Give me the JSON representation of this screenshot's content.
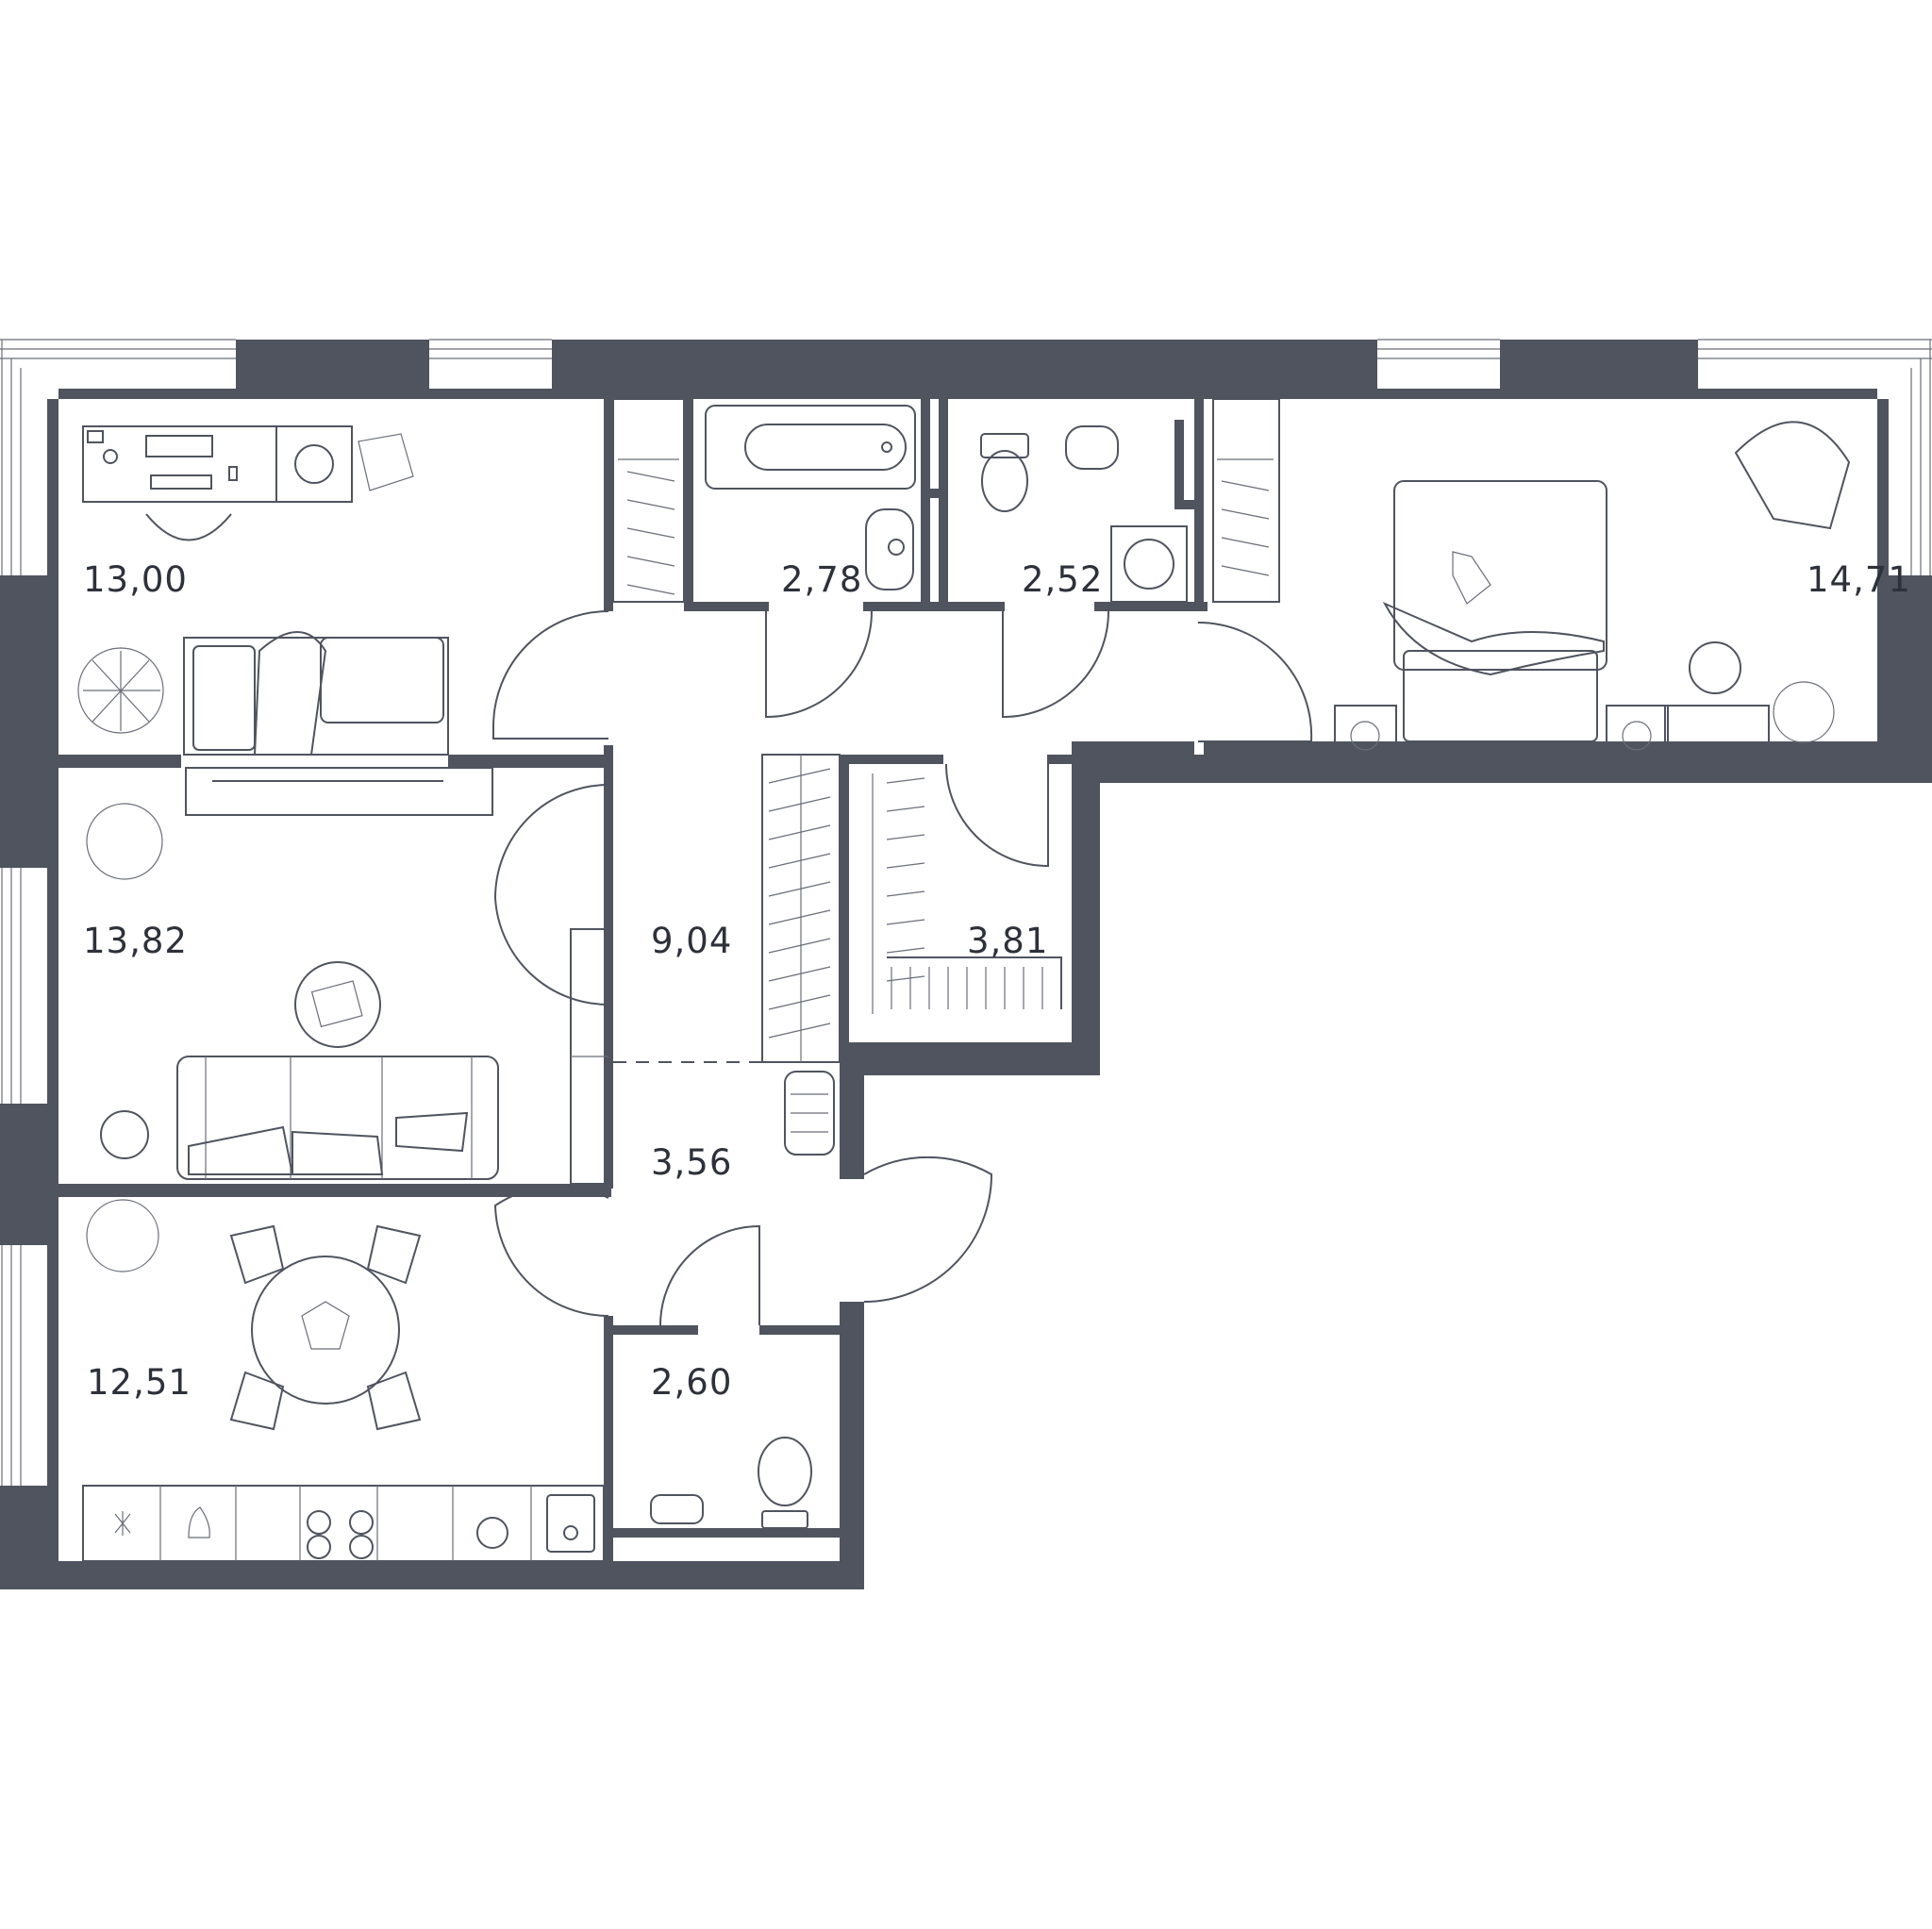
{
  "colors": {
    "wall": "#4f545f",
    "line": "#4f545f",
    "background": "#ffffff",
    "text": "#2d313a"
  },
  "rooms": {
    "bedroom_top_left": {
      "area": "13,00"
    },
    "bathroom": {
      "area": "2,78"
    },
    "toilet_top": {
      "area": "2,52"
    },
    "bedroom_right": {
      "area": "14,71"
    },
    "living_room": {
      "area": "13,82"
    },
    "hallway": {
      "area": "9,04"
    },
    "wardrobe": {
      "area": "3,81"
    },
    "entrance": {
      "area": "3,56"
    },
    "kitchen": {
      "area": "12,51"
    },
    "toilet_bottom": {
      "area": "2,60"
    }
  }
}
